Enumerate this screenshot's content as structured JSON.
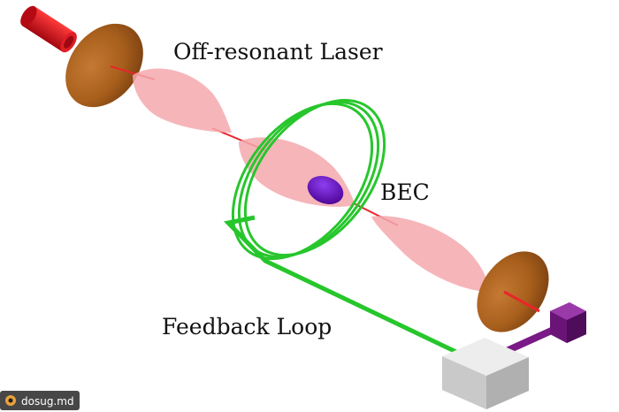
{
  "labels": {
    "laser": "Off-resonant Laser",
    "bec": "BEC",
    "feedback": "Feedback Loop"
  },
  "watermark": {
    "text": "dosug.md"
  },
  "colors": {
    "laser_head": "#c8101a",
    "lens": "#a85f1c",
    "beam": "#f4a9ad",
    "bec": "#6a0fc4",
    "coil": "#27c62c",
    "detector": "#d9d9d9",
    "connector": "#7a1a86"
  }
}
